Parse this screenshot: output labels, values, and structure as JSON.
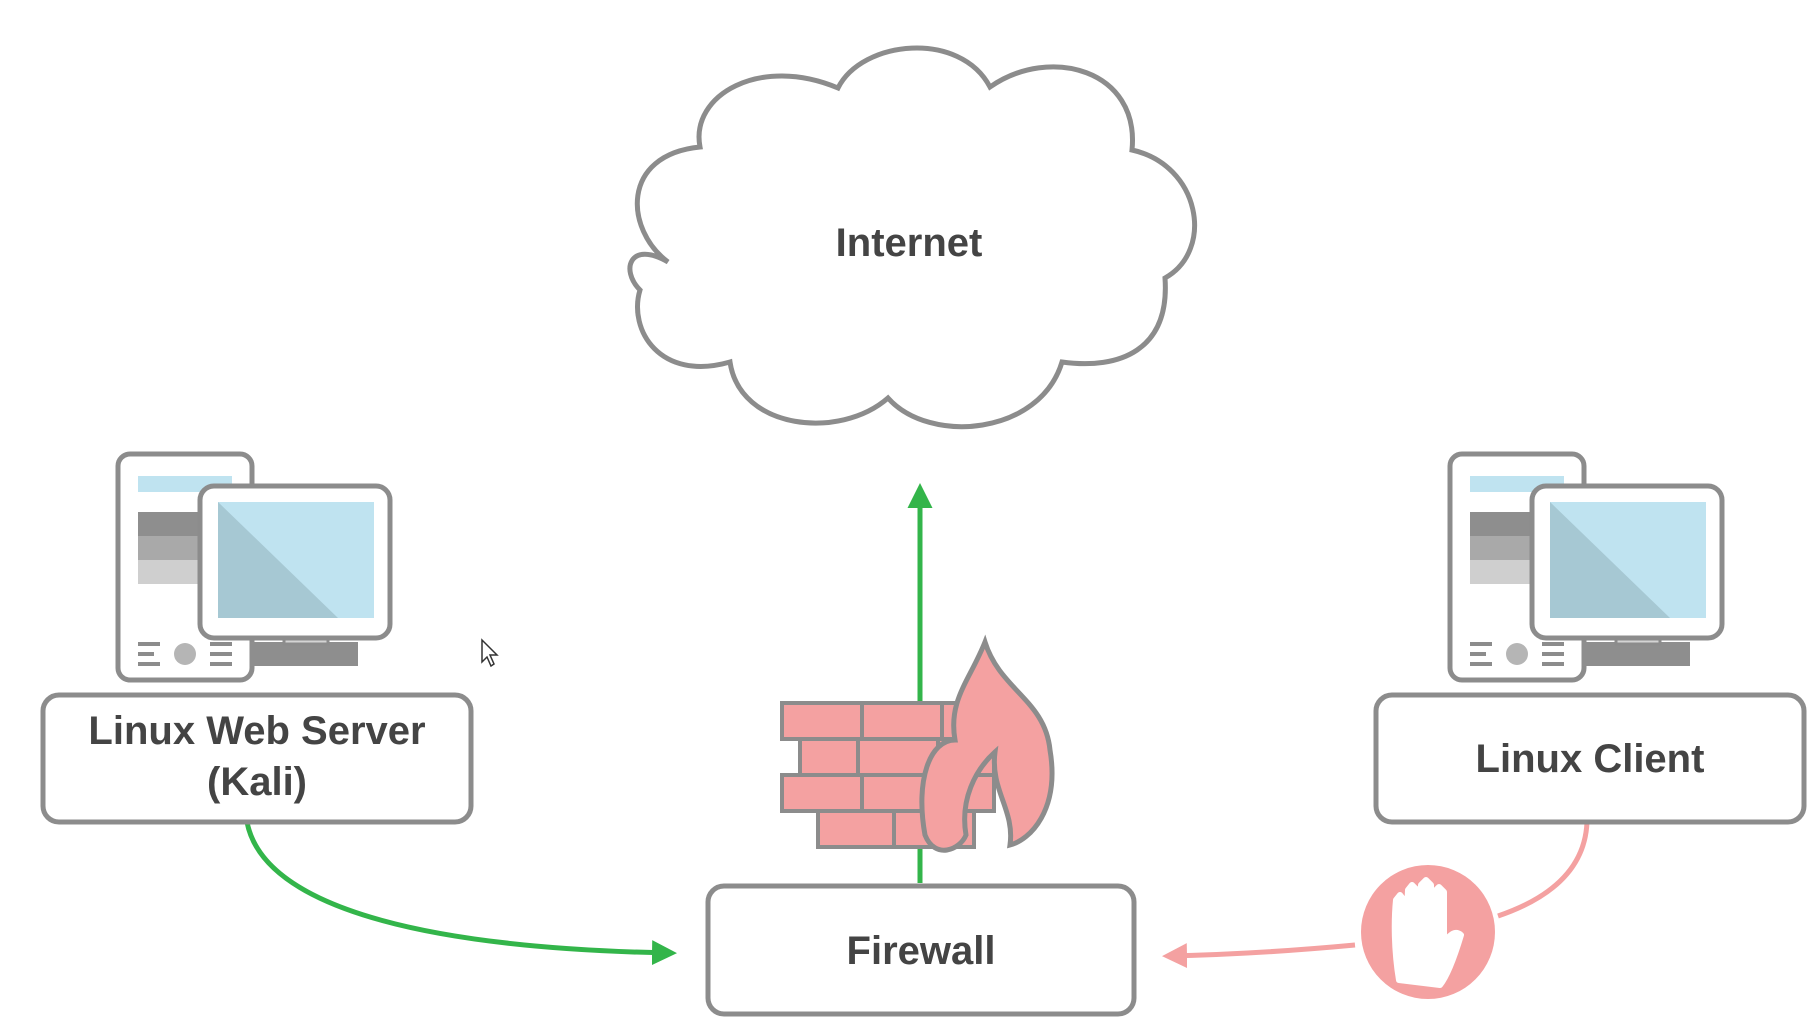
{
  "nodes": {
    "internet": {
      "label": "Internet"
    },
    "web_server": {
      "label_line1": "Linux Web Server",
      "label_line2": "(Kali)"
    },
    "client": {
      "label": "Linux Client"
    },
    "firewall": {
      "label": "Firewall"
    }
  },
  "icons": {
    "cloud": "cloud-icon",
    "web_server_computer": "desktop-computer-icon",
    "client_computer": "desktop-computer-icon",
    "firewall": "firewall-brick-flame-icon",
    "blocked": "stop-hand-icon",
    "cursor": "mouse-pointer-icon"
  },
  "connections": [
    {
      "from": "web_server",
      "to": "firewall",
      "status": "allowed",
      "color": "#33b54a"
    },
    {
      "from": "firewall",
      "to": "internet",
      "status": "allowed",
      "color": "#33b54a"
    },
    {
      "from": "client",
      "to": "firewall",
      "status": "blocked",
      "color": "#f4a1a1"
    }
  ],
  "colors": {
    "outline": "#8c8c8c",
    "text": "#444444",
    "allowed": "#33b54a",
    "blocked": "#f4a1a1",
    "screen": "#bfe3f0"
  }
}
